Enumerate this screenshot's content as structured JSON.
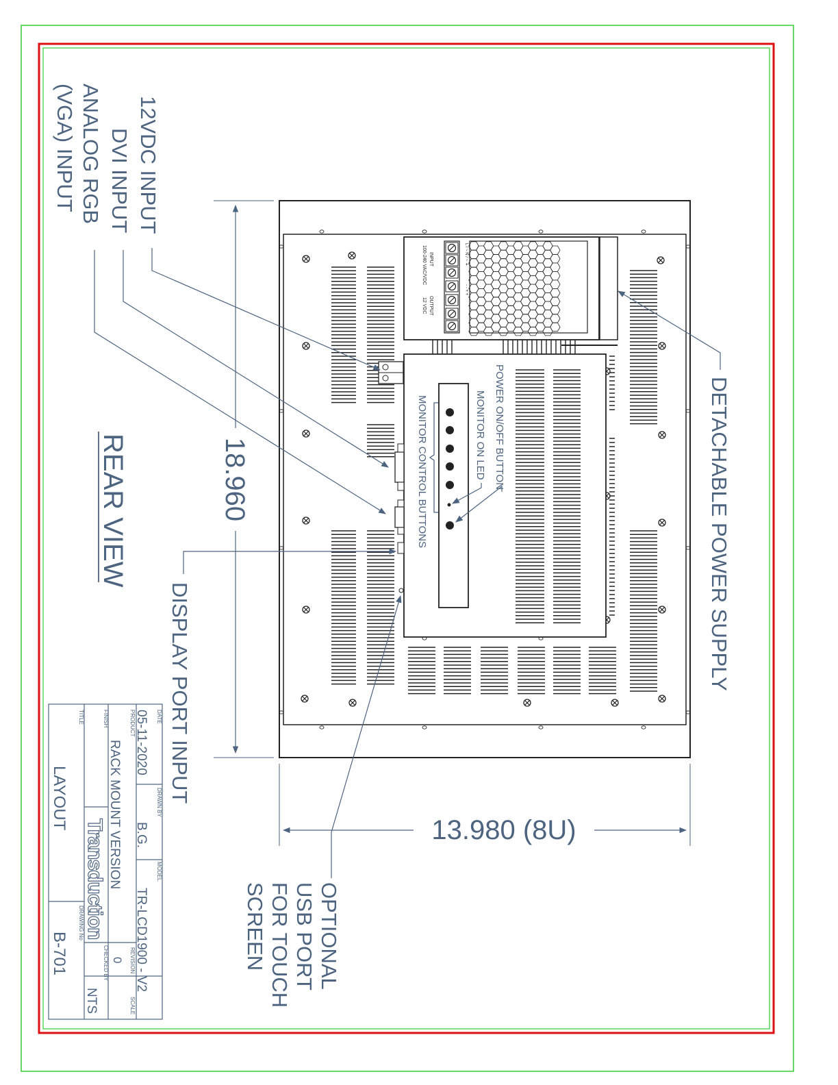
{
  "view_title": "REAR VIEW",
  "dimensions": {
    "height": "18.960",
    "width": "13.980 (8U)"
  },
  "callouts": {
    "dc_input": "12VDC INPUT",
    "dvi_input": "DVI INPUT",
    "vga_line1": "ANALOG RGB",
    "vga_line2": "(VGA) INPUT",
    "display_port": "DISPLAY PORT INPUT",
    "usb_line1": "OPTIONAL",
    "usb_line2": "USB PORT",
    "usb_line3": "FOR TOUCH",
    "usb_line4": "SCREEN",
    "power_supply": "DETACHABLE POWER SUPPLY",
    "power_button": "POWER ON/OFF BUTTON",
    "monitor_led": "MONITOR ON LED",
    "control_buttons": "MONITOR CONTROL BUTTONS"
  },
  "psu_labels": {
    "input_title": "INPUT",
    "input_spec": "100-240 VAC/VDC",
    "output_title": "OUTPUT",
    "output_spec": "12 VDC",
    "terminals_in": "L / ~   N / ~   ⏚",
    "terminals_out": "-   -   +   +"
  },
  "title_block": {
    "date_label": "DATE",
    "date": "05-11-2020",
    "drawn_by_label": "DRAWN BY",
    "drawn_by": "B.G.",
    "model_label": "MODEL",
    "model": "TR-LCD1900 - V2",
    "product_label": "PRODUCT",
    "product": "RACK MOUNT VERSION",
    "revision_label": "REVISION",
    "revision": "0",
    "finish_label": "FINISH",
    "checked_by_label": "CHECKED BY",
    "scale_label": "SCALE",
    "scale": "NTS",
    "title_label": "TITLE",
    "title": "LAYOUT",
    "drawing_no_label": "DRAWING No",
    "drawing_no": "B-701",
    "company": "Transduction"
  },
  "colors": {
    "ink": "#222222",
    "annotation": "#4d6480",
    "outer_border": "#33cc33",
    "inner_border": "#dd1111"
  }
}
